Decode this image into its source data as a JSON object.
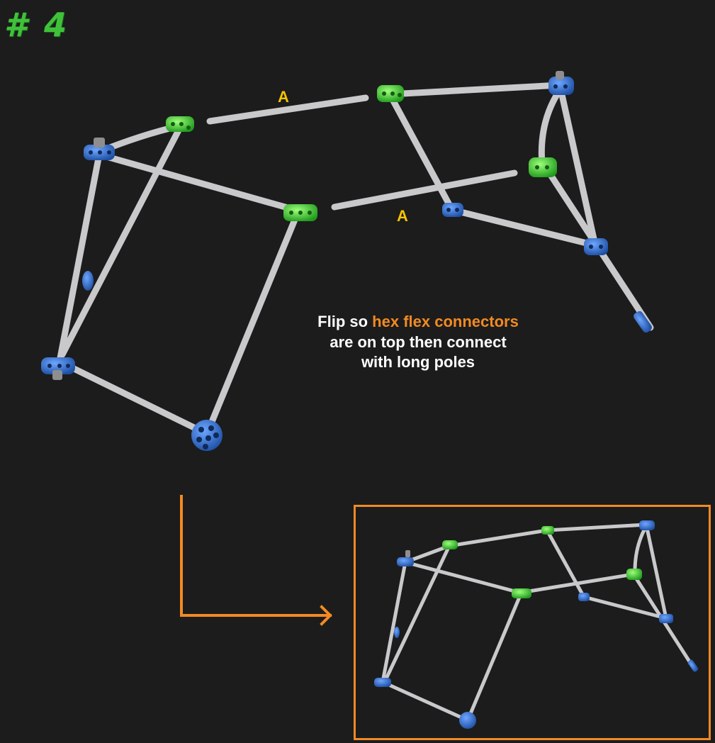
{
  "step": {
    "number": "# 4"
  },
  "labels": {
    "pole_a_upper": "A",
    "pole_a_lower": "A"
  },
  "instruction": {
    "part1": "Flip so ",
    "highlight": "hex flex connectors",
    "part2": " are on top then connect",
    "line3": "with long poles"
  },
  "colors": {
    "background": "#1c1c1c",
    "step_number": "#3fc23a",
    "label_a": "#f5c400",
    "highlight": "#f28a23",
    "frame": "#f28a23",
    "pole": "#c9c9cc",
    "connector_blue": "#2f6fd1",
    "connector_green": "#3fd63a"
  },
  "icons": {
    "arrow": "arrow-right-icon"
  }
}
